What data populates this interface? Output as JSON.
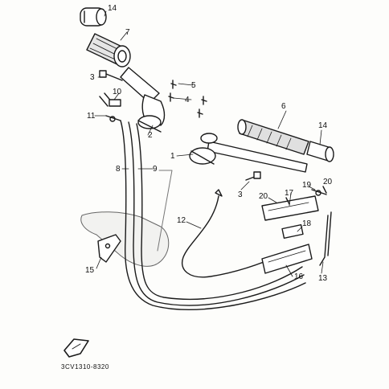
{
  "diagram": {
    "drawing_code": "3CV1310-8320",
    "fwd_icon": "forward-arrow-icon",
    "callouts": [
      {
        "id": "c14a",
        "text": "14"
      },
      {
        "id": "c7",
        "text": "7"
      },
      {
        "id": "c3a",
        "text": "3"
      },
      {
        "id": "c5",
        "text": "5"
      },
      {
        "id": "c4",
        "text": "4"
      },
      {
        "id": "c10",
        "text": "10"
      },
      {
        "id": "c11",
        "text": "11"
      },
      {
        "id": "c2",
        "text": "2"
      },
      {
        "id": "c6",
        "text": "6"
      },
      {
        "id": "c14b",
        "text": "14"
      },
      {
        "id": "c1",
        "text": "1"
      },
      {
        "id": "c8a",
        "text": "8"
      },
      {
        "id": "c9",
        "text": "9"
      },
      {
        "id": "c3b",
        "text": "3"
      },
      {
        "id": "c20a",
        "text": "20"
      },
      {
        "id": "c17",
        "text": "17"
      },
      {
        "id": "c19",
        "text": "19"
      },
      {
        "id": "c20b",
        "text": "20"
      },
      {
        "id": "c12",
        "text": "12"
      },
      {
        "id": "c18",
        "text": "18"
      },
      {
        "id": "c15",
        "text": "15"
      },
      {
        "id": "c16",
        "text": "16"
      },
      {
        "id": "c13",
        "text": "13"
      }
    ]
  }
}
